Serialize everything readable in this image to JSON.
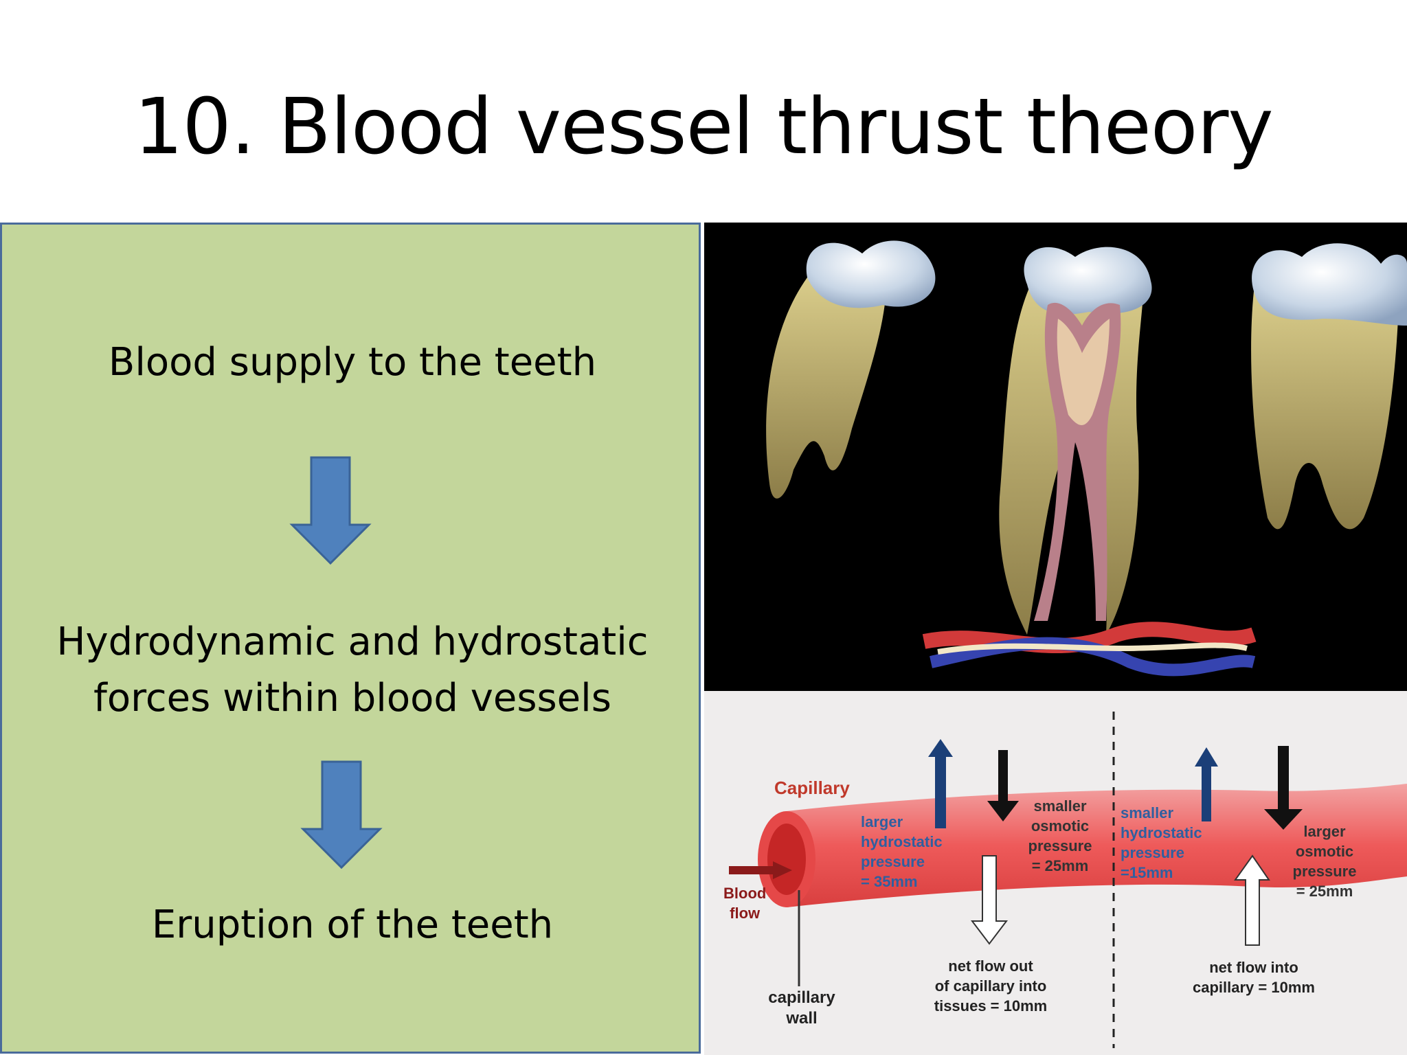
{
  "slide": {
    "title": "10. Blood vessel thrust theory"
  },
  "flow": {
    "step1": "Blood supply to the teeth",
    "step2_line1": "Hydrodynamic and hydrostatic",
    "step2_line2": "forces within blood vessels",
    "step3": "Eruption of the teeth",
    "arrow_color": "#4f81bd",
    "panel_color": "#c3d69b"
  },
  "diagram": {
    "capillary_label": "Capillary",
    "left_up_line1": "larger",
    "left_up_line2": "hydrostatic",
    "left_up_line3": "pressure",
    "left_up_line4": "= 35mm",
    "left_down_line1": "smaller",
    "left_down_line2": "osmotic",
    "left_down_line3": "pressure",
    "left_down_line4": "= 25mm",
    "right_up_line1": "smaller",
    "right_up_line2": "hydrostatic",
    "right_up_line3": "pressure",
    "right_up_line4": "=15mm",
    "right_down_line1": "larger",
    "right_down_line2": "osmotic",
    "right_down_line3": "pressure",
    "right_down_line4": "= 25mm",
    "blood_flow_line1": "Blood",
    "blood_flow_line2": "flow",
    "net_out_line1": "net flow out",
    "net_out_line2": "of capillary into",
    "net_out_line3": "tissues = 10mm",
    "net_in_line1": "net flow into",
    "net_in_line2": "capillary = 10mm",
    "wall_line1": "capillary",
    "wall_line2": "wall"
  }
}
